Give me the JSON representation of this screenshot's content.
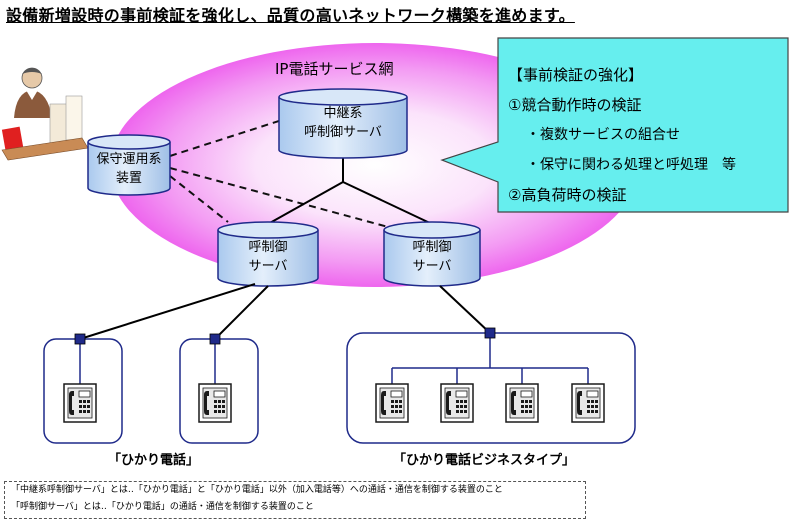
{
  "heading": "設備新増設時の事前検証を強化し、品質の高いネットワーク構築を進めます。",
  "network_label": "IP電話サービス網",
  "servers": {
    "relay": [
      "中継系",
      "呼制御サーバ"
    ],
    "maintenance": [
      "保守運用系",
      "装置"
    ],
    "call_left": [
      "呼制御",
      "サーバ"
    ],
    "call_right": [
      "呼制御",
      "サーバ"
    ]
  },
  "callout": {
    "title": "【事前検証の強化】",
    "item1": "①競合動作時の検証",
    "sub1": "・複数サービスの組合せ",
    "sub2": "・保守に関わる処理と呼処理　等",
    "item2": "②高負荷時の検証"
  },
  "groups": {
    "hikari": "「ひかり電話」",
    "business": "「ひかり電話ビジネスタイプ」"
  },
  "notes": [
    "「中継系呼制御サーバ」とは‥「ひかり電話」と「ひかり電話」以外（加入電話等）への通話・通信を制御する装置のこと",
    "「呼制御サーバ」とは‥「ひかり電話」の通話・通信を制御する装置のこと"
  ],
  "colors": {
    "network_cloud": "#ee66ee",
    "server_fill": "#c6dcf5",
    "callout_fill": "#66eeee",
    "terminal_box_border": "#1f2a8a",
    "connector": "#1f2a8a"
  },
  "icons": [
    "person-at-desk-icon",
    "ip-phone-icon",
    "junction-icon"
  ]
}
